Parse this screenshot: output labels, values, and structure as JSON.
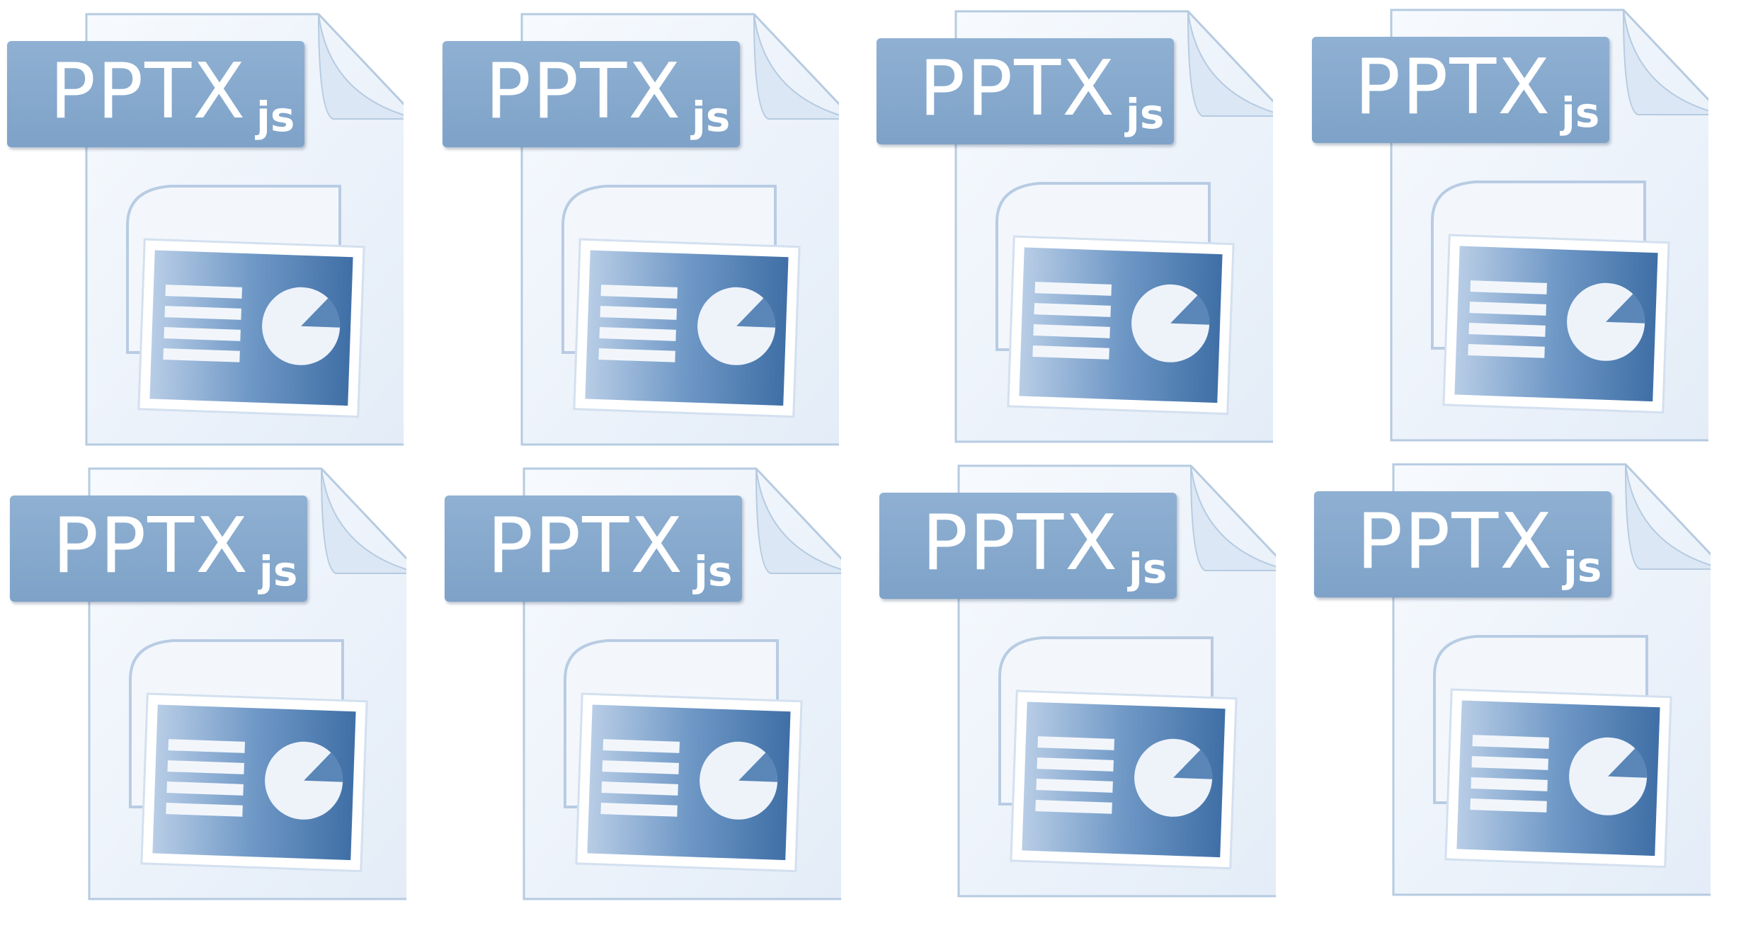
{
  "icons": [
    {
      "label_main": "PPTX",
      "label_sub": "js"
    },
    {
      "label_main": "PPTX",
      "label_sub": "js"
    },
    {
      "label_main": "PPTX",
      "label_sub": "js"
    },
    {
      "label_main": "PPTX",
      "label_sub": "js"
    },
    {
      "label_main": "PPTX",
      "label_sub": "js"
    },
    {
      "label_main": "PPTX",
      "label_sub": "js"
    },
    {
      "label_main": "PPTX",
      "label_sub": "js"
    },
    {
      "label_main": "PPTX",
      "label_sub": "js"
    }
  ],
  "colors": {
    "tag": "#8aaed3",
    "page": "#eef4fb",
    "page_border": "#b9cde2",
    "slide": "#4f7fb3"
  },
  "icon_name": "presentation-file-icon"
}
